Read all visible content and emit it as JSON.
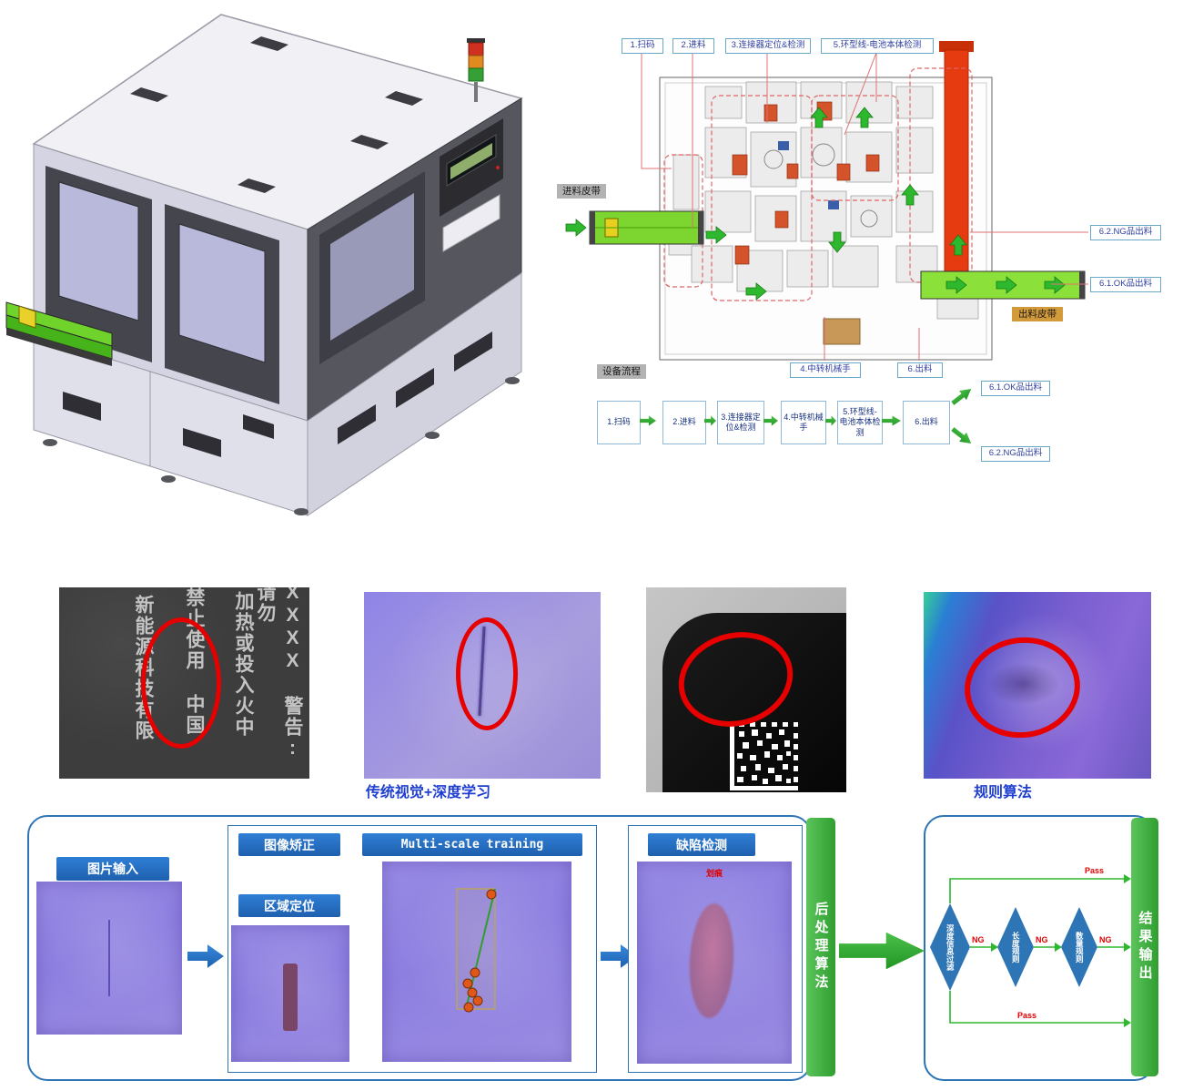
{
  "plan": {
    "callout_scan": "1.扫码",
    "callout_feed": "2.进料",
    "callout_connector": "3.连接器定位&检测",
    "callout_ring": "5.环型线-电池本体检测",
    "infeed_belt": "进料皮带",
    "ng_out": "6.2.NG品出料",
    "ok_out": "6.1.OK品出料",
    "outfeed_belt": "出料皮带",
    "transfer_robot": "4.中转机械手",
    "discharge": "6.出料",
    "flow_title": "设备流程"
  },
  "flow": {
    "steps": [
      "1.扫码",
      "2.进料",
      "3.连接器定位&检测",
      "4.中转机械手",
      "5.环型线-电池本体检测",
      "6.出料"
    ],
    "ok": "6.1.OK品出料",
    "ng": "6.2.NG品出料"
  },
  "samples": {
    "print_text_cols": [
      "XXXX 警告:请勿",
      "加热或投入火中",
      "禁止使用 中国",
      "新能源科技有限"
    ],
    "caption_dl": "传统视觉+深度学习",
    "caption_rule": "规则算法"
  },
  "pipeline": {
    "input": "图片输入",
    "correct": "图像矫正",
    "locate": "区域定位",
    "training": "Multi-scale training",
    "detect": "缺陷检测",
    "detect_tag": "划痕",
    "post": "后处理算法",
    "result": "结果输出",
    "diamond_depth": "深度信息过滤",
    "diamond_length": "长度规则",
    "diamond_count": "数量规则",
    "ng": "NG",
    "pass": "Pass"
  },
  "colors": {
    "accent_blue": "#2e75b6",
    "flow_green": "#2eb82e",
    "alert_red": "#e60000",
    "column_red": "#e63a10",
    "conveyor_green": "#7cd62f",
    "caption_blue": "#1f3fd0"
  }
}
